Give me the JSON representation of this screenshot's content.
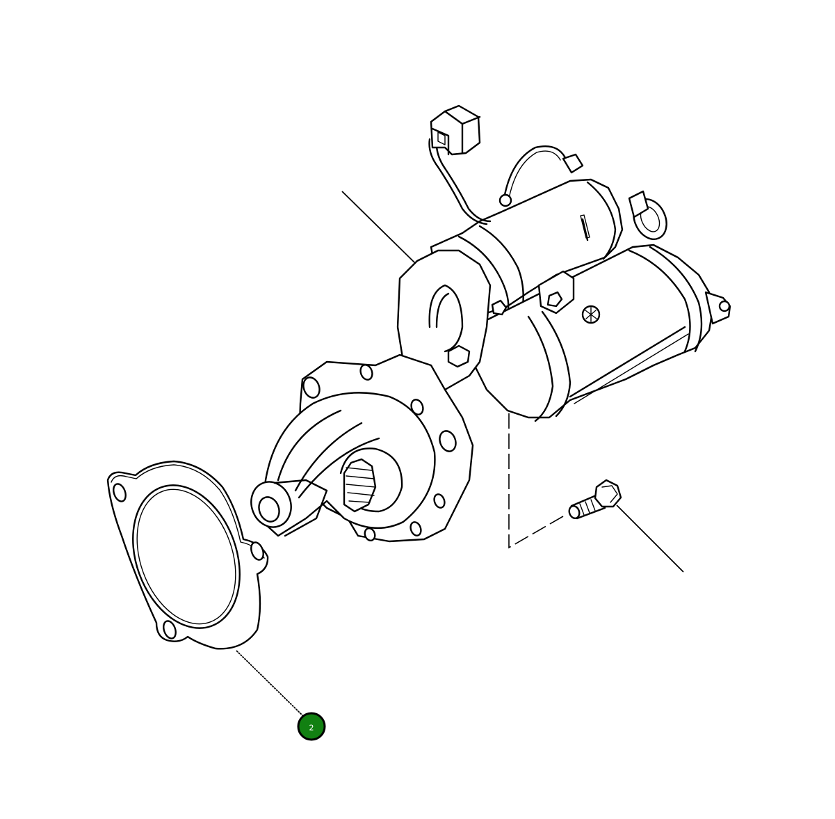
{
  "diagram": {
    "subject": "starter motor assembly exploded view",
    "parts": [
      {
        "id": "starter-motor",
        "label": ""
      },
      {
        "id": "gasket",
        "label": ""
      },
      {
        "id": "mounting-bolt",
        "label": ""
      },
      {
        "id": "wiring-connector",
        "label": ""
      }
    ],
    "callouts": [
      {
        "number": "2",
        "target": "gasket",
        "color": "#128012"
      }
    ]
  }
}
